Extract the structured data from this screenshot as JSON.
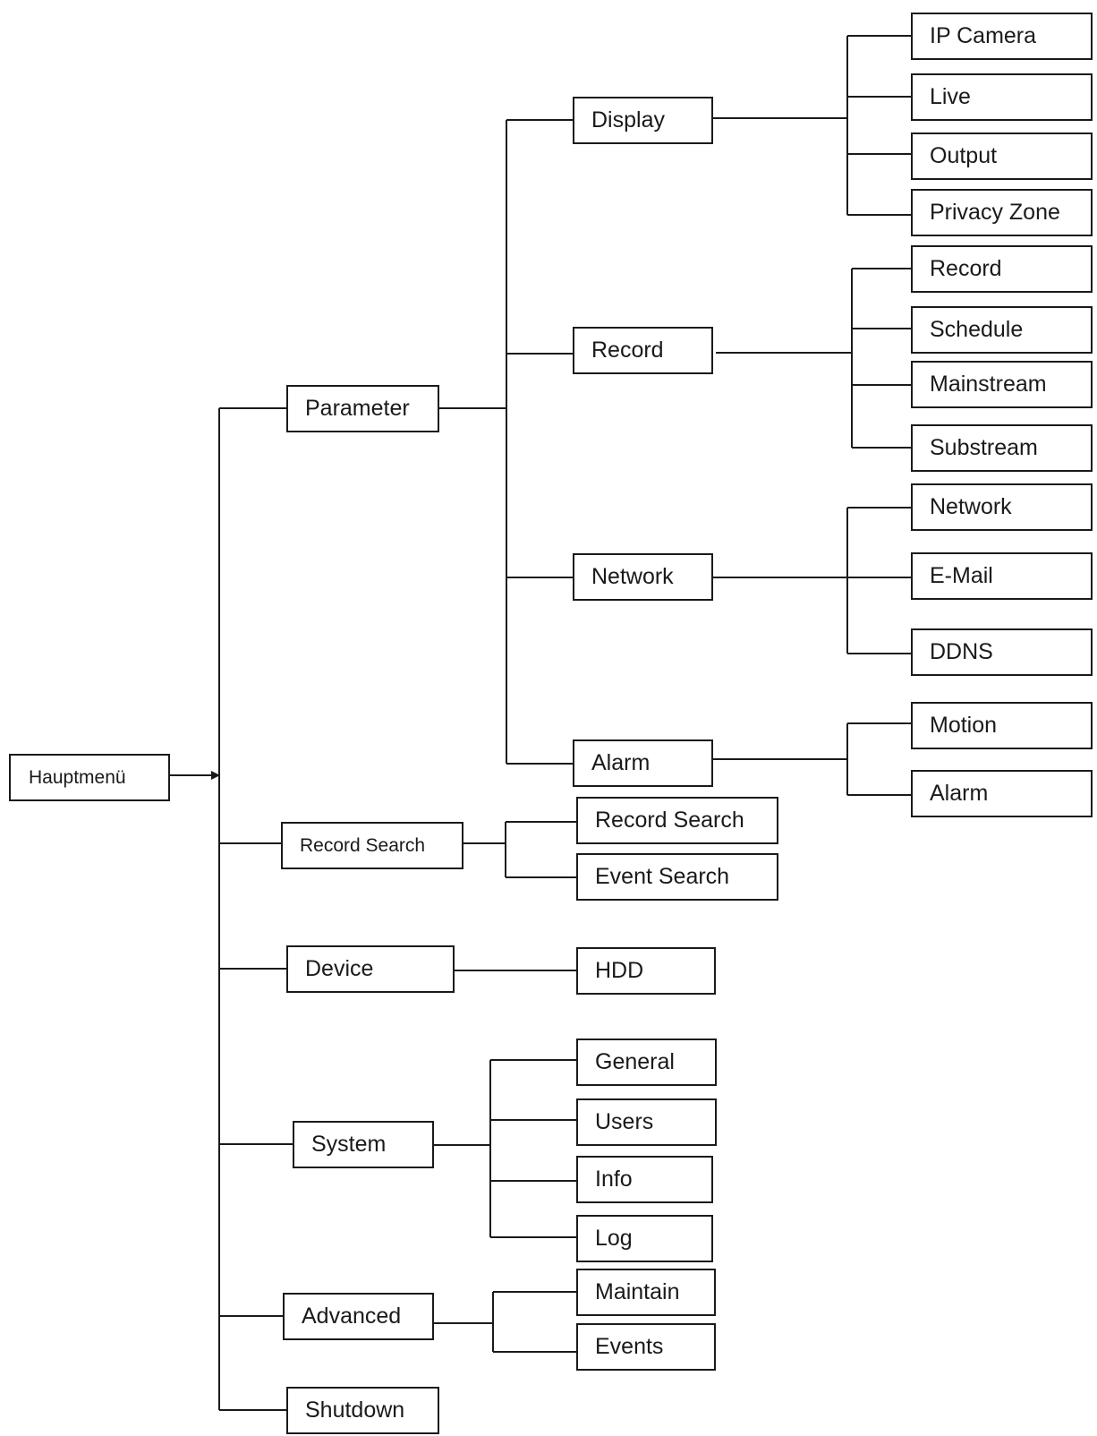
{
  "menu": {
    "root": "Hauptmenü",
    "parameter": {
      "label": "Parameter",
      "display": {
        "label": "Display",
        "items": [
          "IP Camera",
          "Live",
          "Output",
          "Privacy Zone"
        ]
      },
      "record": {
        "label": "Record",
        "items": [
          "Record",
          "Schedule",
          "Mainstream",
          "Substream"
        ]
      },
      "network": {
        "label": "Network",
        "items": [
          "Network",
          "E-Mail",
          "DDNS"
        ]
      },
      "alarm": {
        "label": "Alarm",
        "items": [
          "Motion",
          "Alarm"
        ]
      }
    },
    "record_search": {
      "label": "Record Search",
      "items": [
        "Record Search",
        "Event Search"
      ]
    },
    "device": {
      "label": "Device",
      "items": [
        "HDD"
      ]
    },
    "system": {
      "label": "System",
      "items": [
        "General",
        "Users",
        "Info",
        "Log"
      ]
    },
    "advanced": {
      "label": "Advanced",
      "items": [
        "Maintain",
        "Events"
      ]
    },
    "shutdown": {
      "label": "Shutdown"
    }
  }
}
